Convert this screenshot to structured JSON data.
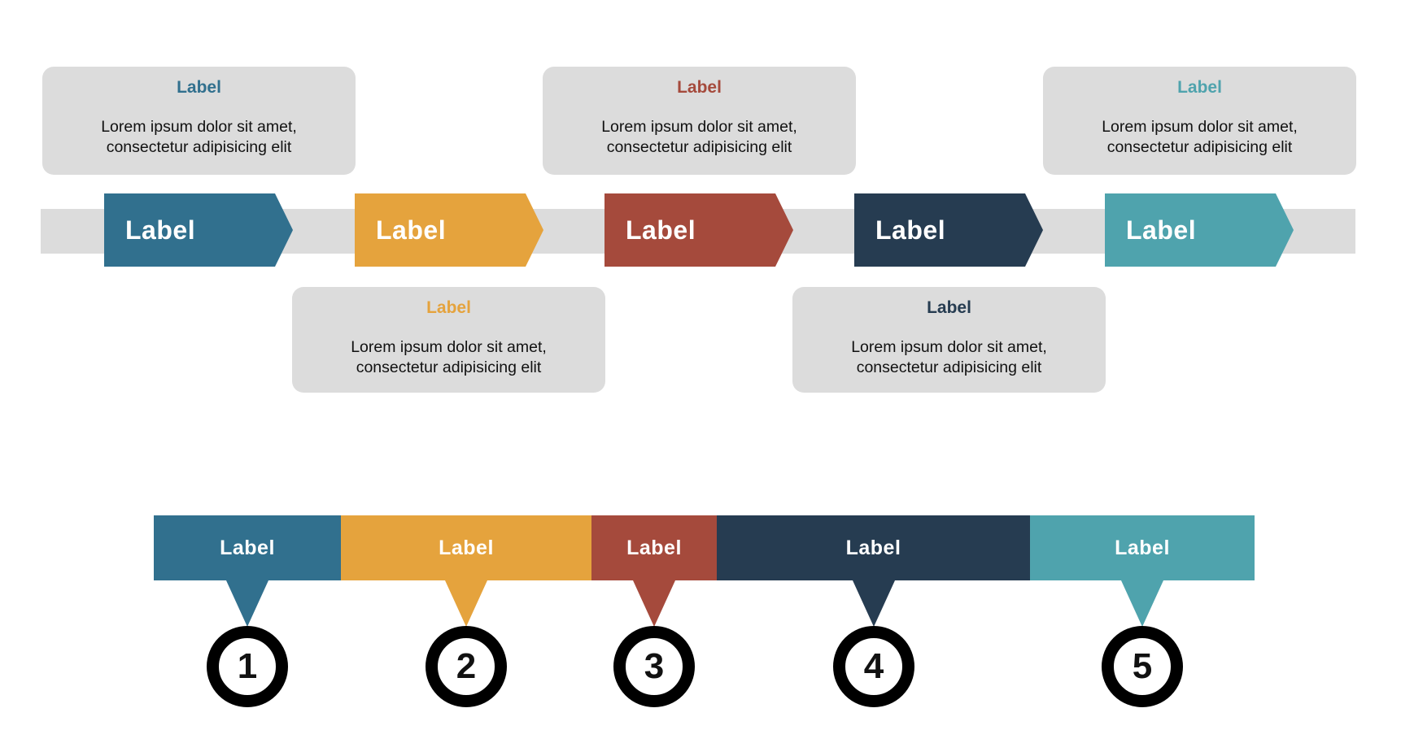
{
  "palette": {
    "step_blue": "#31708E",
    "step_orange": "#E5A33D",
    "step_red": "#A54A3C",
    "step_navy": "#263C51",
    "step_teal": "#4FA3AD",
    "track_gray": "#DCDCDC",
    "callout_gray": "#DCDCDC",
    "body_text": "#111111",
    "label_on_color": "#FFFFFF"
  },
  "timeline": {
    "steps": [
      {
        "label": "Label",
        "color": "#31708E",
        "callout": {
          "position": "above",
          "title": "Label",
          "body": "Lorem ipsum dolor sit amet, consectetur adipisicing elit"
        }
      },
      {
        "label": "Label",
        "color": "#E5A33D",
        "callout": {
          "position": "below",
          "title": "Label",
          "body": "Lorem ipsum dolor sit amet, consectetur adipisicing elit"
        }
      },
      {
        "label": "Label",
        "color": "#A54A3C",
        "callout": {
          "position": "above",
          "title": "Label",
          "body": "Lorem ipsum dolor sit amet, consectetur adipisicing elit"
        }
      },
      {
        "label": "Label",
        "color": "#263C51",
        "callout": {
          "position": "below",
          "title": "Label",
          "body": "Lorem ipsum dolor sit amet, consectetur adipisicing elit"
        }
      },
      {
        "label": "Label",
        "color": "#4FA3AD",
        "callout": {
          "position": "above",
          "title": "Label",
          "body": "Lorem ipsum dolor sit amet, consectetur adipisicing elit"
        }
      }
    ]
  },
  "progress_bar": {
    "segments": [
      {
        "label": "Label",
        "number": "1",
        "color": "#31708E"
      },
      {
        "label": "Label",
        "number": "2",
        "color": "#E5A33D"
      },
      {
        "label": "Label",
        "number": "3",
        "color": "#A54A3C"
      },
      {
        "label": "Label",
        "number": "4",
        "color": "#263C51"
      },
      {
        "label": "Label",
        "number": "5",
        "color": "#4FA3AD"
      }
    ]
  }
}
